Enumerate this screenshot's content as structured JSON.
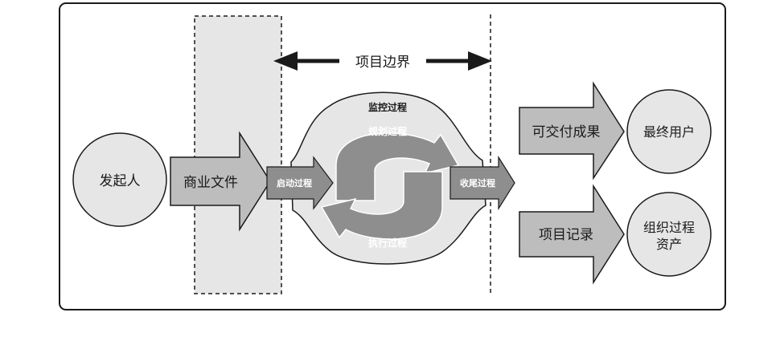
{
  "diagram": {
    "boundary_label": "项目边界",
    "initiator": "发起人",
    "business_docs": "商业文件",
    "monitor": "监控过程",
    "planning": "规划过程",
    "initiating": "启动过程",
    "executing": "执行过程",
    "closing": "收尾过程",
    "deliverables": "可交付成果",
    "end_users": "最终用户",
    "project_records": "项目记录",
    "org_assets_line1": "组织过程",
    "org_assets_line2": "资产"
  },
  "colors": {
    "light_fill": "#e6e6e6",
    "arrow_fill": "#bdbdbd",
    "cycle_fill": "#8e8e8e",
    "stroke": "#1a1a1a"
  }
}
